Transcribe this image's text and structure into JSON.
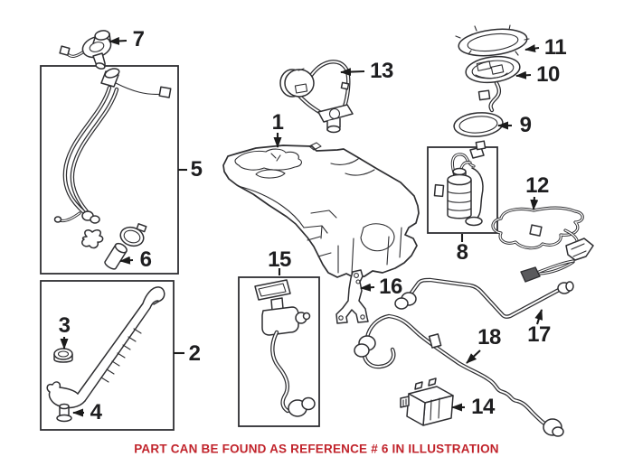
{
  "diagram": {
    "caption": "PART CAN BE FOUND AS REFERENCE # 6 IN ILLUSTRATION",
    "colors": {
      "line": "#2e2e31",
      "caption_red": "#c1232b",
      "background": "#ffffff"
    },
    "callouts": [
      {
        "ref": "1",
        "part": "fuel-tank"
      },
      {
        "ref": "2",
        "part": "fuel-tank-strap"
      },
      {
        "ref": "3",
        "part": "strap-grommet"
      },
      {
        "ref": "4",
        "part": "strap-fastener"
      },
      {
        "ref": "5",
        "part": "filler-pipe-assembly"
      },
      {
        "ref": "6",
        "part": "hose-sleeve"
      },
      {
        "ref": "7",
        "part": "leak-detection-pump"
      },
      {
        "ref": "8",
        "part": "fuel-filter"
      },
      {
        "ref": "9",
        "part": "pump-seal-ring"
      },
      {
        "ref": "10",
        "part": "fuel-pump-assembly"
      },
      {
        "ref": "11",
        "part": "lock-ring"
      },
      {
        "ref": "12",
        "part": "wiring-harness"
      },
      {
        "ref": "13",
        "part": "filler-neck-fitting"
      },
      {
        "ref": "14",
        "part": "control-module"
      },
      {
        "ref": "15",
        "part": "vent-valve-with-hose"
      },
      {
        "ref": "16",
        "part": "mounting-bracket"
      },
      {
        "ref": "17",
        "part": "fuel-line"
      },
      {
        "ref": "18",
        "part": "vent-hose"
      }
    ]
  }
}
